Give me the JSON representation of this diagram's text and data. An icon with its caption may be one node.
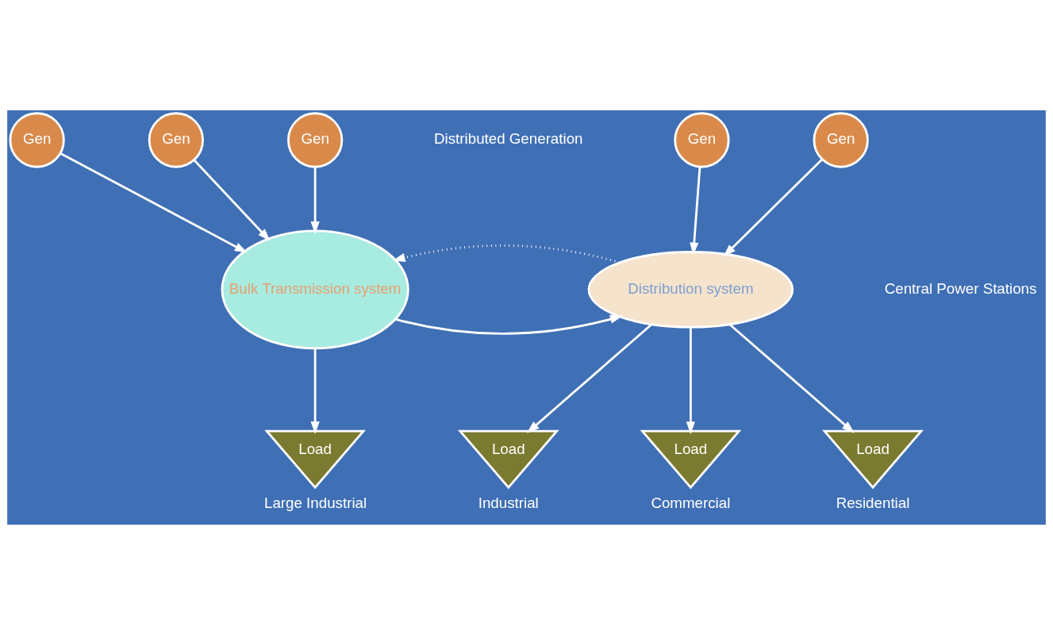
{
  "diagram": {
    "nodes": [
      {
        "text": [
          "Gen"
        ]
      },
      {
        "text": [
          "Gen"
        ]
      },
      {
        "text": [
          "Gen"
        ]
      },
      {
        "text": [
          "Bulk Transmission system"
        ]
      },
      {
        "text": [
          "Gen"
        ]
      },
      {
        "text": [
          "Gen"
        ]
      },
      {
        "text": [
          "Distribution system"
        ]
      },
      {
        "text": [
          "Load"
        ],
        "beside": [
          "Large Industrial"
        ]
      },
      {
        "text": [
          "Load"
        ],
        "beside": [
          "Industrial"
        ]
      },
      {
        "text": [
          "Load"
        ],
        "beside": [
          "Commercial"
        ]
      },
      {
        "text": [
          "Load"
        ],
        "beside": [
          "Residential"
        ]
      }
    ],
    "edges": [
      {
        "from": 0,
        "to": 3,
        "arrow": "to"
      },
      {
        "from": 1,
        "to": 3,
        "arrow": "to"
      },
      {
        "from": 2,
        "to": 3,
        "arrow": "to"
      },
      {
        "from": 4,
        "to": 6,
        "arrow": "to"
      },
      {
        "from": 5,
        "to": 6,
        "arrow": "to"
      },
      {
        "from": 3,
        "to": 6,
        "arrow": "to"
      },
      {
        "from": 6,
        "to": 3,
        "arrow": "to",
        "style": "dashed"
      },
      {
        "from": 3,
        "to": 7,
        "arrow": "to"
      },
      {
        "from": 6,
        "to": 8,
        "arrow": "to"
      },
      {
        "from": 6,
        "to": 9,
        "arrow": "to"
      },
      {
        "from": 6,
        "to": 10,
        "arrow": "to"
      }
    ],
    "labels": [
      "Distributed Generation",
      "Central Power Stations"
    ]
  }
}
